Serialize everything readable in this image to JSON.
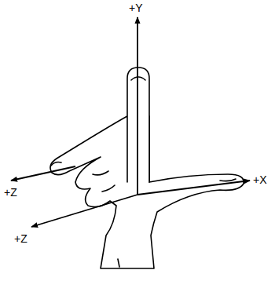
{
  "diagram": {
    "labels": [
      "+Y",
      "+X",
      "+Z",
      "+Z"
    ]
  }
}
